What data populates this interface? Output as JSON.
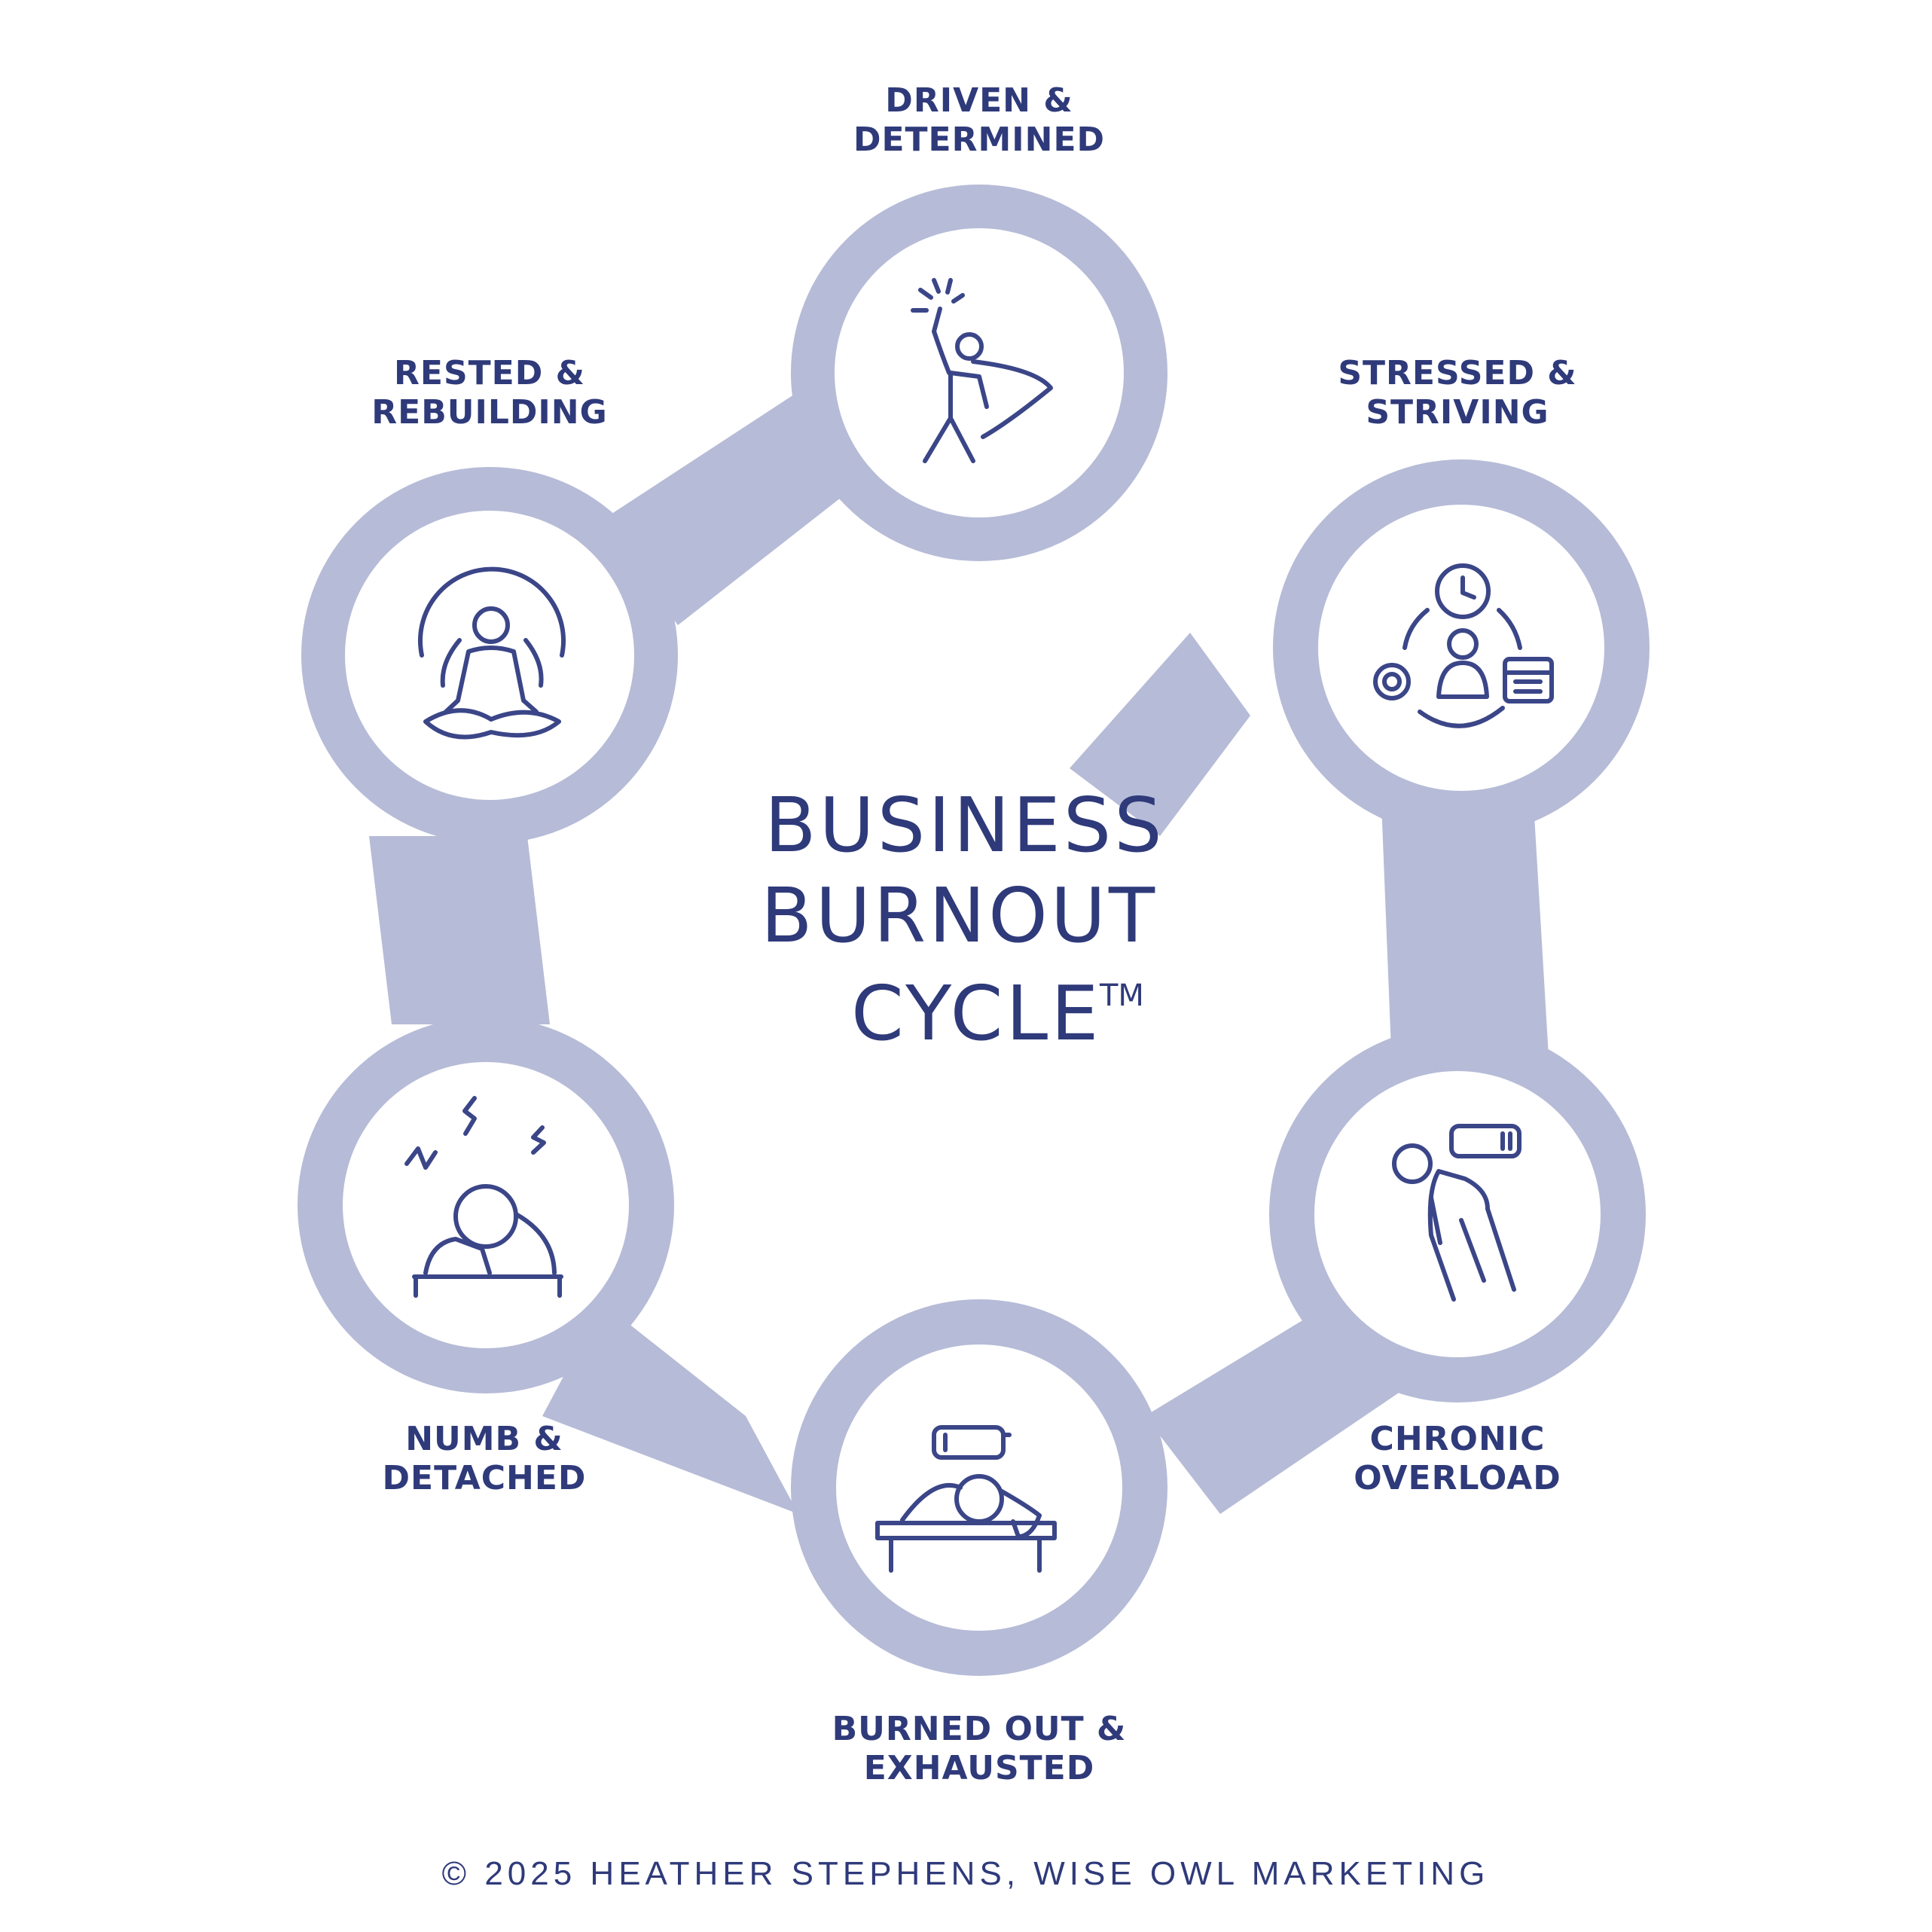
{
  "diagram": {
    "title_lines": [
      "BUSINESS",
      "BURNOUT",
      "CYCLE"
    ],
    "title_mark": "TM",
    "stages": [
      {
        "id": "driven",
        "label_lines": [
          "DRIVEN &",
          "DETERMINED"
        ],
        "icon": "superhero-icon"
      },
      {
        "id": "stressed",
        "label_lines": [
          "STRESSED &",
          "STRIVING"
        ],
        "icon": "workload-cycle-icon"
      },
      {
        "id": "overload",
        "label_lines": [
          "CHRONIC",
          "OVERLOAD"
        ],
        "icon": "low-battery-person-icon"
      },
      {
        "id": "burned",
        "label_lines": [
          "BURNED OUT &",
          "EXHAUSTED"
        ],
        "icon": "head-on-desk-icon"
      },
      {
        "id": "numb",
        "label_lines": [
          "NUMB &",
          "DETACHED"
        ],
        "icon": "frustrated-person-icon"
      },
      {
        "id": "rested",
        "label_lines": [
          "RESTED &",
          "REBUILDING"
        ],
        "icon": "meditation-icon"
      }
    ]
  },
  "footer": {
    "copyright": "© 2025 HEATHER STEPHENS, WISE OWL MARKETING"
  },
  "colors": {
    "ring": "#b6bbd7",
    "ink": "#2f3a7a",
    "background": "#ffffff"
  }
}
